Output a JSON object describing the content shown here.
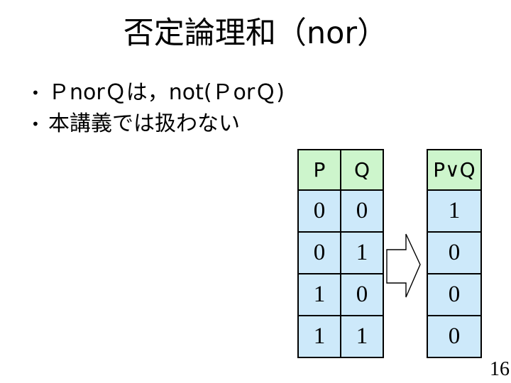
{
  "slide": {
    "title": "否定論理和（nor）",
    "bullets": [
      {
        "marker": "•",
        "text": "ＰnorＱは，not(ＰorＱ)"
      },
      {
        "marker": "•",
        "text": "本講義では扱わない"
      }
    ],
    "page_number": "16"
  },
  "truth_table": {
    "inputs": {
      "headers": [
        "P",
        "Q"
      ],
      "rows": [
        [
          "0",
          "0"
        ],
        [
          "0",
          "1"
        ],
        [
          "1",
          "0"
        ],
        [
          "1",
          "1"
        ]
      ]
    },
    "output": {
      "header": "P∨Q",
      "values": [
        "1",
        "0",
        "0",
        "0"
      ]
    },
    "arrow_icon": "right-block-arrow"
  },
  "colors": {
    "background": "#ffffff",
    "text": "#000000",
    "table_header_bg": "#cdf5cc",
    "table_cell_bg": "#cde9fa",
    "table_border": "#000000",
    "arrow_fill": "#ffffff",
    "arrow_stroke": "#000000"
  }
}
